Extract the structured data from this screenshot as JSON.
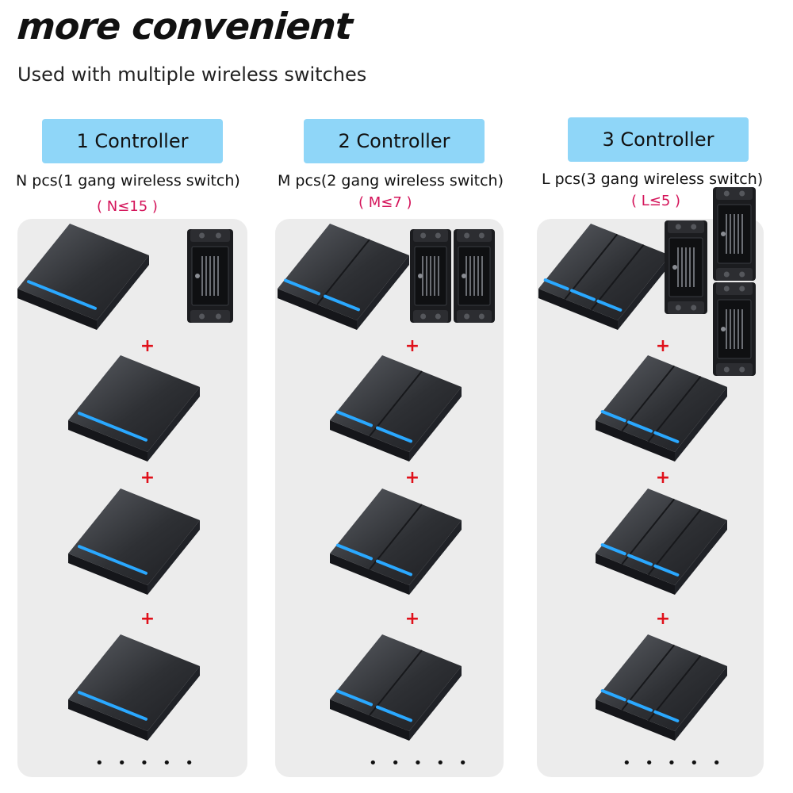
{
  "header": {
    "title": "more convenient",
    "subtitle": "Used with multiple wireless switches"
  },
  "columns": [
    {
      "controller_label": "1 Controller",
      "pcs_label": "N pcs(1 gang wireless switch)",
      "limit_label": "( N≤15 )",
      "gangs": 1,
      "receiver_count": 1,
      "switch_count": 4,
      "more_indicator": "• • • • •"
    },
    {
      "controller_label": "2 Controller",
      "pcs_label": "M pcs(2 gang wireless switch)",
      "limit_label": "( M≤7 )",
      "gangs": 2,
      "receiver_count": 2,
      "switch_count": 4,
      "more_indicator": "• • • • •"
    },
    {
      "controller_label": "3 Controller",
      "pcs_label": "L pcs(3 gang wireless switch)",
      "limit_label": "( L≤5 )",
      "gangs": 3,
      "receiver_count": 3,
      "switch_count": 4,
      "more_indicator": "• • • • •"
    }
  ],
  "plus_symbol": "+",
  "colors": {
    "controller_badge": "#8fd6f8",
    "limit_text": "#d4145a",
    "plus_sign": "#e0101a",
    "panel_bg": "#ececec",
    "switch_body": "#2e3034",
    "led_blue": "#2aa8ff"
  }
}
